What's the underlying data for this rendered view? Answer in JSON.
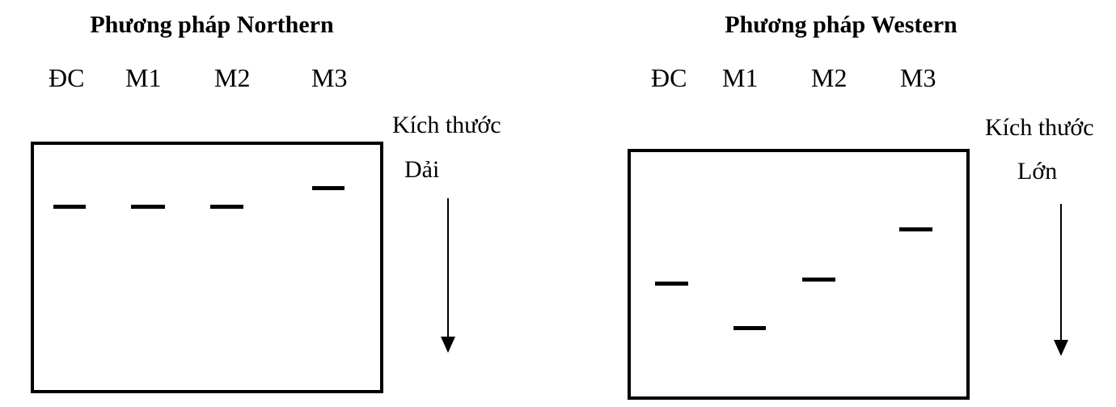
{
  "northern": {
    "title": "Phương pháp Northern",
    "lanes": [
      "ĐC",
      "M1",
      "M2",
      "M3"
    ],
    "size_label": "Kích thước",
    "size_value": "Dải"
  },
  "western": {
    "title": "Phương pháp Western",
    "lanes": [
      "ĐC",
      "M1",
      "M2",
      "M3"
    ],
    "size_label": "Kích thước",
    "size_value": "Lớn"
  }
}
